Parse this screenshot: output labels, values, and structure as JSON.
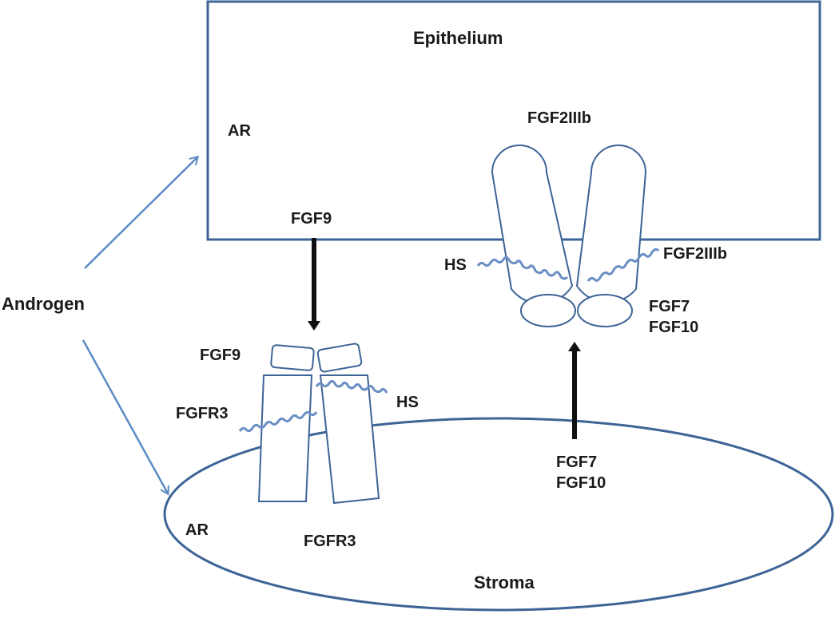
{
  "diagram": {
    "epithelium": {
      "title": "Epithelium",
      "ar": "AR",
      "fgf9": "FGF9",
      "fgf2iiib": "FGF2IIIb"
    },
    "stroma": {
      "title": "Stroma",
      "ar": "AR",
      "fgfr3": "FGFR3",
      "fgf7": "FGF7",
      "fgf10": "FGF10"
    },
    "androgen": "Androgen",
    "fgfr3_complex": {
      "ligand": "FGF9",
      "receptor": "FGFR3",
      "hs": "HS"
    },
    "fgf2iiib_complex": {
      "hs": "HS",
      "receptor": "FGF2IIIb",
      "ligand_1": "FGF7",
      "ligand_2": "FGF10"
    },
    "colors": {
      "outline": "#3c6496",
      "arrow_blue": "#5b8bc4",
      "arrow_black": "#111111",
      "wavy": "#6a8fc4"
    }
  }
}
